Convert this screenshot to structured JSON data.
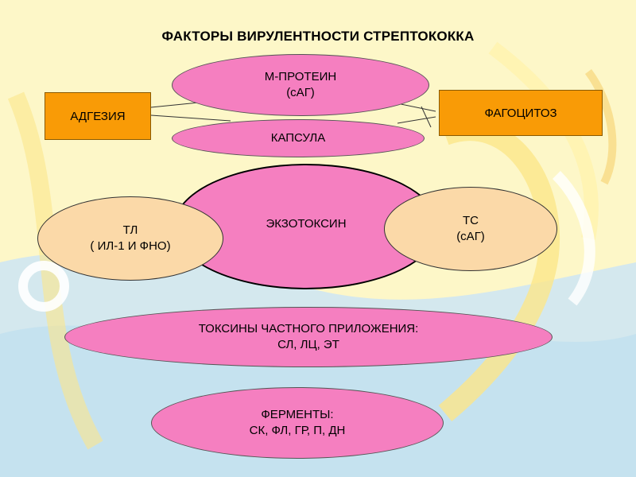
{
  "title": "ФАКТОРЫ ВИРУЛЕНТНОСТИ СТРЕПТОКОККА",
  "boxes": {
    "adhesion": "АДГЕЗИЯ",
    "phagocytosis": "ФАГОЦИТОЗ"
  },
  "ovals": {
    "m_protein": {
      "line1": "М-ПРОТЕИН",
      "line2": "(сАГ)"
    },
    "capsule": {
      "line1": "КАПСУЛА"
    },
    "exotoxin": {
      "line1": "ЭКЗОТОКСИН"
    },
    "tl": {
      "line1": "ТЛ",
      "line2": "( ИЛ-1 И ФНО)"
    },
    "ts": {
      "line1": "ТС",
      "line2": "(сАГ)"
    },
    "toxins": {
      "line1": "ТОКСИНЫ ЧАСТНОГО ПРИЛОЖЕНИЯ:",
      "line2": "СЛ, ЛЦ, ЭТ"
    },
    "enzymes": {
      "line1": "ФЕРМЕНТЫ:",
      "line2": "СК, ФЛ, ГР, П, ДН"
    }
  },
  "colors": {
    "background": "#fdf7c8",
    "box_orange": "#f99b06",
    "oval_pink": "#f57fc0",
    "oval_peach": "#fbd9a8"
  }
}
